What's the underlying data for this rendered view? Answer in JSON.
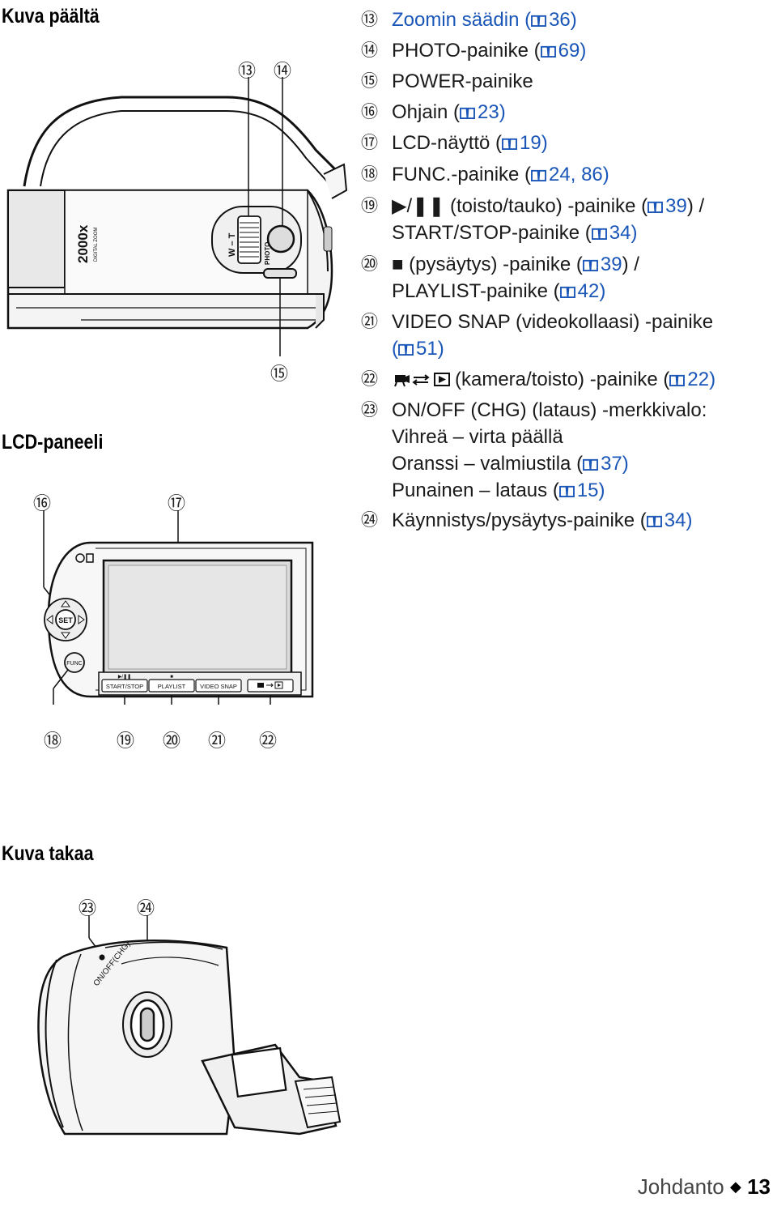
{
  "headings": {
    "top_view": "Kuva päältä",
    "lcd_panel": "LCD-paneeli",
    "rear_view": "Kuva takaa"
  },
  "callouts": {
    "c13": "⑬",
    "c14": "⑭",
    "c15": "⑮",
    "c16": "⑯",
    "c17": "⑰",
    "c18": "⑱",
    "c19": "⑲",
    "c20": "⑳",
    "c21": "㉑",
    "c22": "㉒",
    "c23": "㉓",
    "c24": "㉔"
  },
  "camera_labels": {
    "zoom": "2000x",
    "digital_zoom": "DIGITAL ZOOM",
    "wt": "W – T",
    "photo": "PHOTO",
    "set": "SET",
    "func": "FUNC",
    "start_stop_symbol": "▶/❚❚",
    "stop_symbol": "■",
    "start_stop": "START/STOP",
    "playlist": "PLAYLIST",
    "video_snap": "VIDEO SNAP",
    "on_off": "ON/OFF(CHG)"
  },
  "legend": [
    {
      "num": "⑬",
      "text": "Zoomin säädin (",
      "ref": "36",
      "after": ")"
    },
    {
      "num": "⑭",
      "text": "PHOTO-painike (",
      "ref": "69",
      "after": ")"
    },
    {
      "num": "⑮",
      "text": "POWER-painike"
    },
    {
      "num": "⑯",
      "text": "Ohjain (",
      "ref": "23",
      "after": ")"
    },
    {
      "num": "⑰",
      "text": "LCD-näyttö (",
      "ref": "19",
      "after": ")"
    },
    {
      "num": "⑱",
      "text": "FUNC.-painike (",
      "ref": "24, 86",
      "after": ")"
    },
    {
      "num": "⑲",
      "text": "▶/❚❚ (toisto/tauko) -painike (",
      "ref": "39",
      "after": ") /",
      "line2": "START/STOP-painike (",
      "ref2": "34",
      "after2": ")"
    },
    {
      "num": "⑳",
      "text": "■ (pysäytys) -painike (",
      "ref": "39",
      "after": ") /",
      "line2": "PLAYLIST-painike (",
      "ref2": "42",
      "after2": ")"
    },
    {
      "num": "㉑",
      "text": "VIDEO SNAP (videokollaasi) -painike",
      "line2": "(",
      "ref2": "51",
      "after2": ")"
    },
    {
      "num": "㉒",
      "text": "(kamera/toisto) -painike (",
      "ref": "22",
      "after": ")"
    },
    {
      "num": "㉓",
      "text": "ON/OFF (CHG) (lataus) -merkkivalo:",
      "sub": [
        "Vihreä – virta päällä",
        "Oranssi – valmiustila (",
        "Punainen – lataus ("
      ],
      "subrefs": [
        "",
        "37",
        "15"
      ]
    },
    {
      "num": "㉔",
      "text": "Käynnistys/pysäytys-painike (",
      "ref": "34",
      "after": ")"
    }
  ],
  "footer": {
    "section": "Johdanto",
    "page": "13"
  }
}
